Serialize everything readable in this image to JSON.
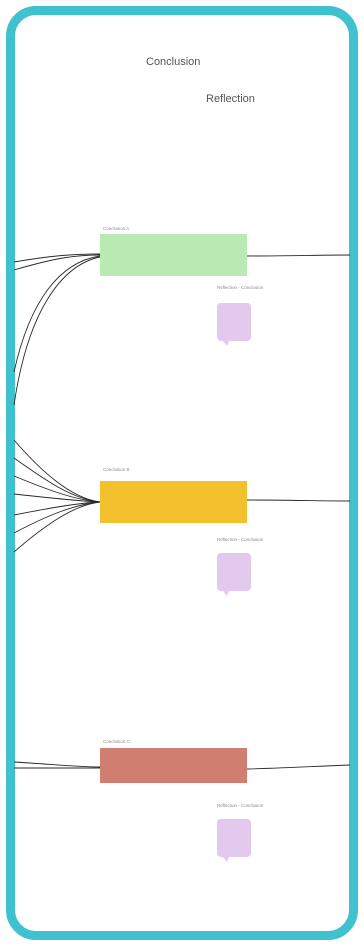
{
  "board": {
    "heading_conclusion": "Conclusion",
    "heading_reflection": "Reflection"
  },
  "sections": [
    {
      "title": "Conclusion A",
      "card_color": "#b9eab3",
      "card_text": "",
      "reflection_title": "Reflection - Conclusion",
      "reflection_text": ""
    },
    {
      "title": "Conclusion B",
      "card_color": "#f3c12d",
      "card_text": "",
      "reflection_title": "Reflection - Conclusion",
      "reflection_text": ""
    },
    {
      "title": "Conclusion C",
      "card_color": "#cf7e70",
      "card_text": "",
      "reflection_title": "Reflection - Conclusion",
      "reflection_text": ""
    }
  ],
  "colors": {
    "frame_border": "#3fc1cf",
    "connector": "#2a2a2a",
    "reflection_note": "#e4c9ef"
  }
}
